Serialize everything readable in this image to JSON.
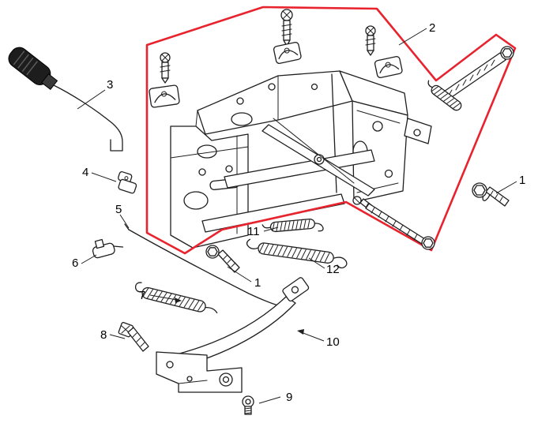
{
  "page": {
    "background": "#ffffff"
  },
  "diagram": {
    "highlight_color": "#e8232e",
    "line_color": "#1f1f1f",
    "callouts": [
      {
        "id": "callout-2",
        "label": "2"
      },
      {
        "id": "callout-3",
        "label": "3"
      },
      {
        "id": "callout-4",
        "label": "4"
      },
      {
        "id": "callout-1-right",
        "label": "1"
      },
      {
        "id": "callout-5",
        "label": "5"
      },
      {
        "id": "callout-11",
        "label": "11"
      },
      {
        "id": "callout-6",
        "label": "6"
      },
      {
        "id": "callout-12",
        "label": "12"
      },
      {
        "id": "callout-1-left",
        "label": "1"
      },
      {
        "id": "callout-7",
        "label": "7"
      },
      {
        "id": "callout-8",
        "label": "8"
      },
      {
        "id": "callout-10",
        "label": "10"
      },
      {
        "id": "callout-9",
        "label": "9"
      }
    ]
  }
}
